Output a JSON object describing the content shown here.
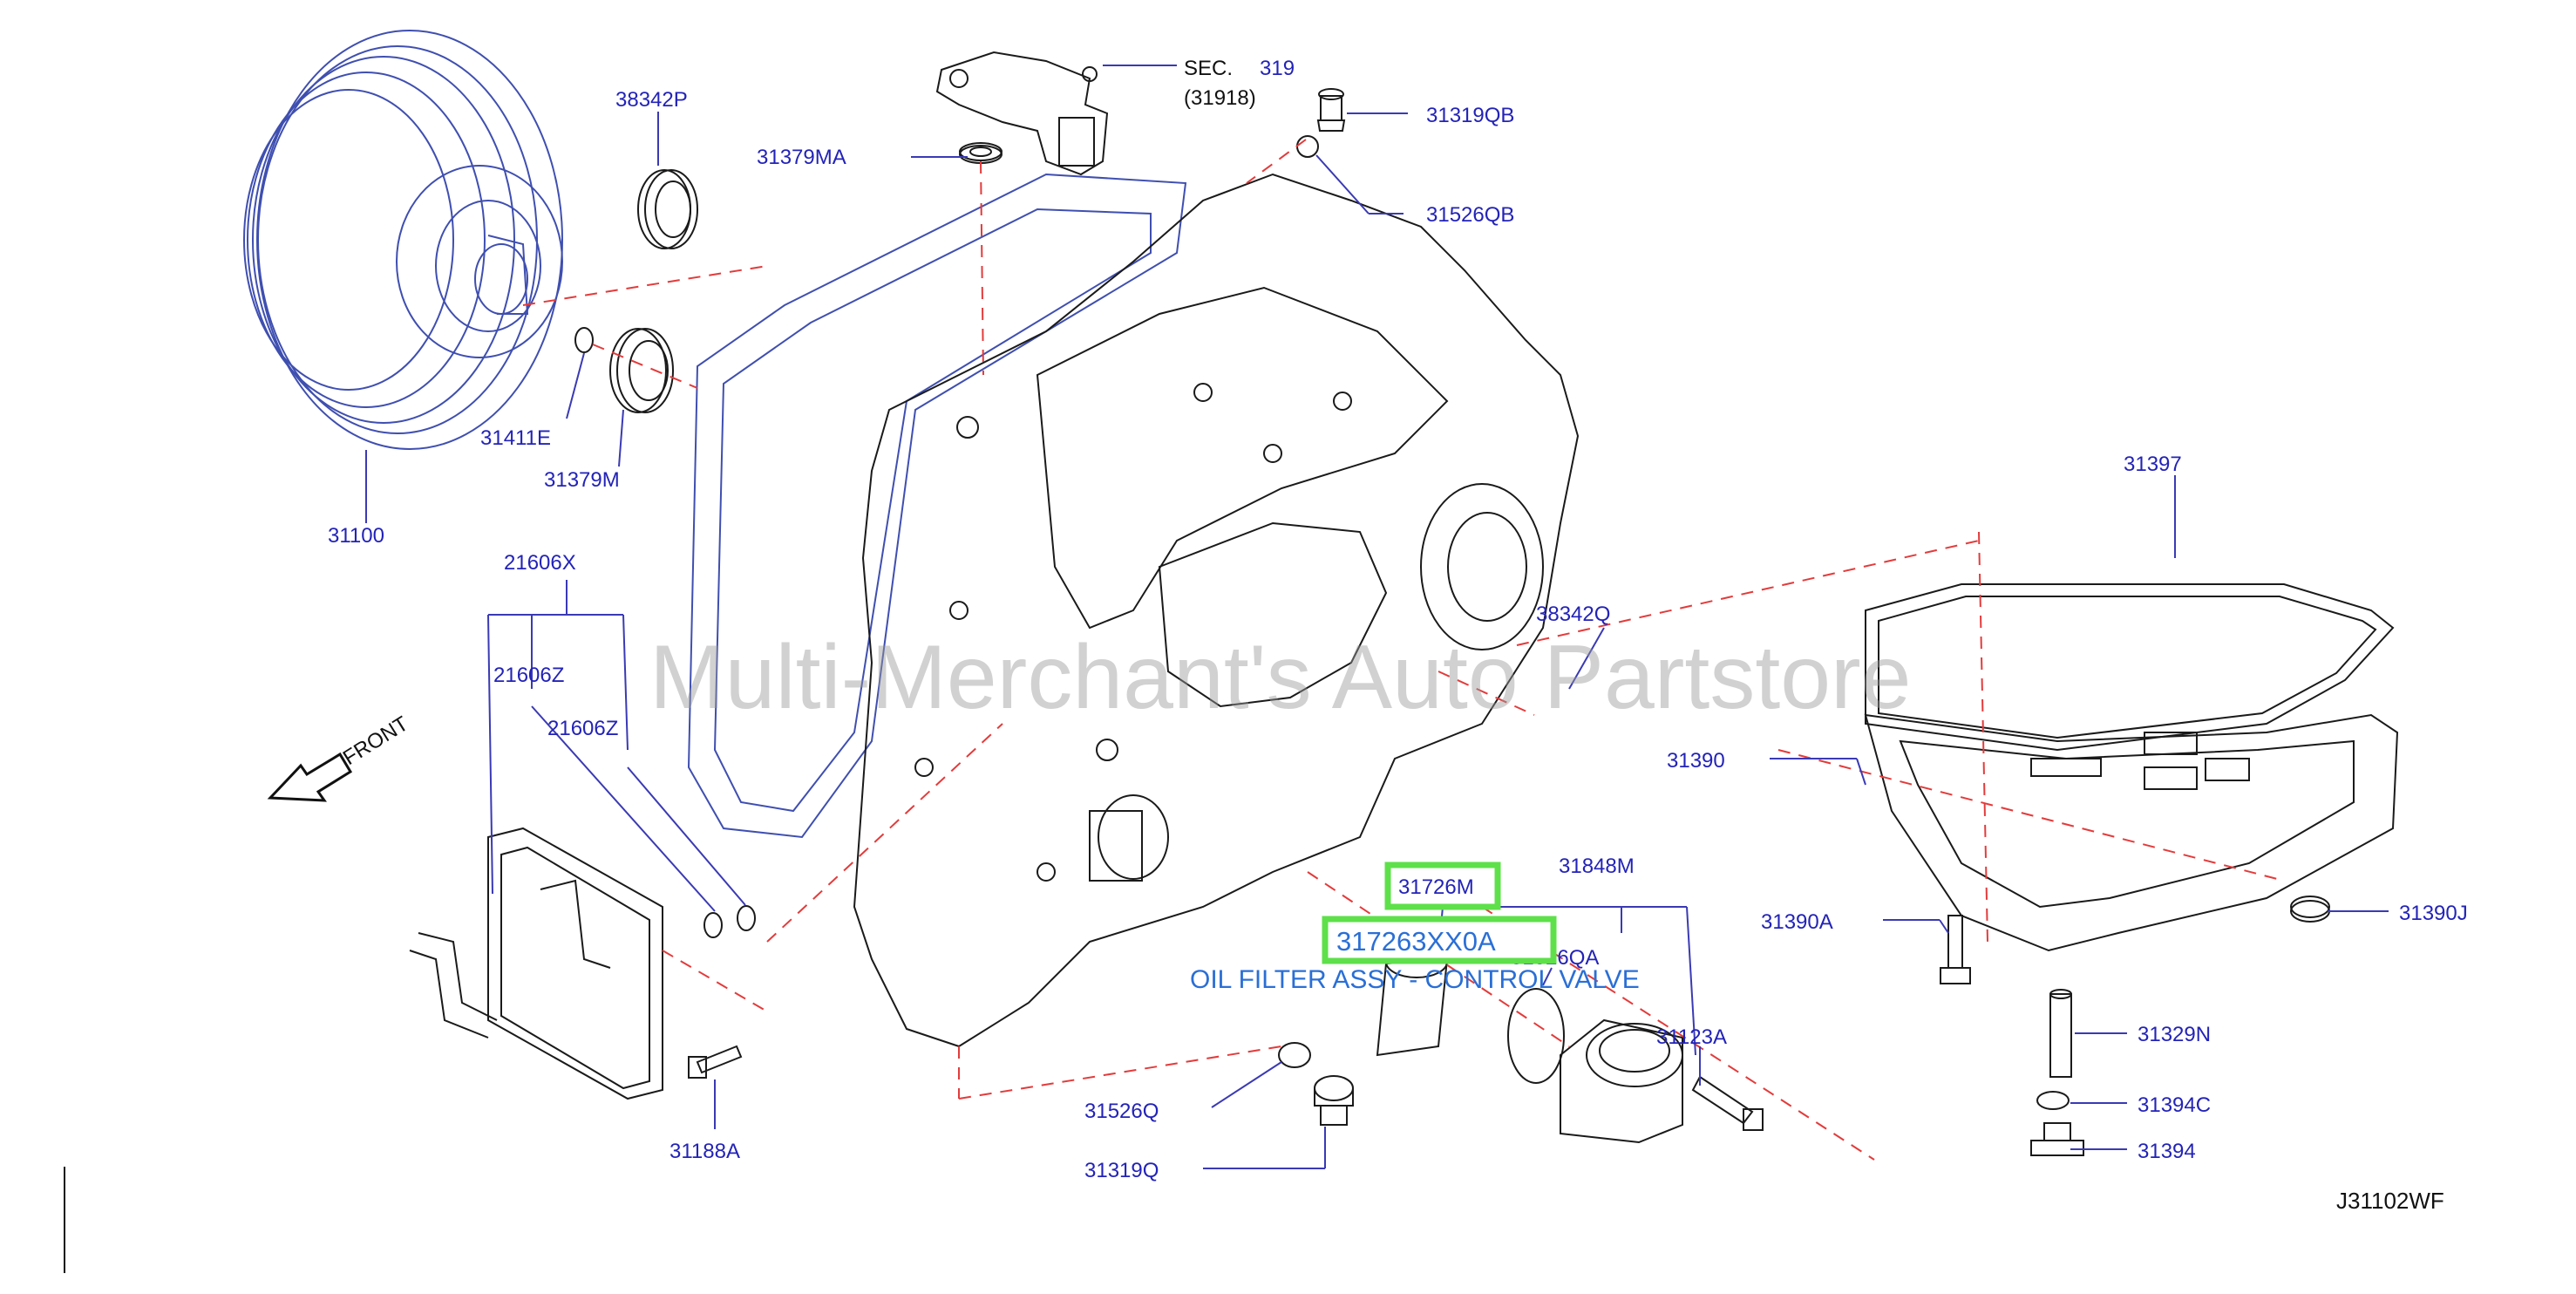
{
  "diagram": {
    "watermark": "Multi-Merchant's Auto Partstore",
    "figure_code": "J31102WF",
    "front_label": "FRONT",
    "section_ref": {
      "line1": "SEC.",
      "num": "319",
      "line2": "(31918)"
    },
    "highlight": {
      "part_number": "317263XX0A",
      "description": "OIL FILTER ASSY - CONTROL VALVE",
      "color": "#5ee04a",
      "text_color": "#2a6fd6"
    },
    "colors": {
      "callout": "#2323b8",
      "leader": "#3a3ab5",
      "centerline": "#e33b3b"
    },
    "callouts": {
      "c31100": "31100",
      "c38342P": "38342P",
      "c31379MA": "31379MA",
      "c31411E": "31411E",
      "c31379M": "31379M",
      "c31319QB": "31319QB",
      "c31526QB": "31526QB",
      "c21606X": "21606X",
      "c21606Z_a": "21606Z",
      "c21606Z_b": "21606Z",
      "c38342Q": "38342Q",
      "c31397": "31397",
      "c31390": "31390",
      "c31726M": "31726M",
      "c31848M": "31848M",
      "c31526QA": "31526QA",
      "c31123A": "31123A",
      "c31390A": "31390A",
      "c31390J": "31390J",
      "c31329N": "31329N",
      "c31394C": "31394C",
      "c31394": "31394",
      "c31526Q": "31526Q",
      "c31319Q": "31319Q",
      "c31188A": "31188A"
    }
  }
}
